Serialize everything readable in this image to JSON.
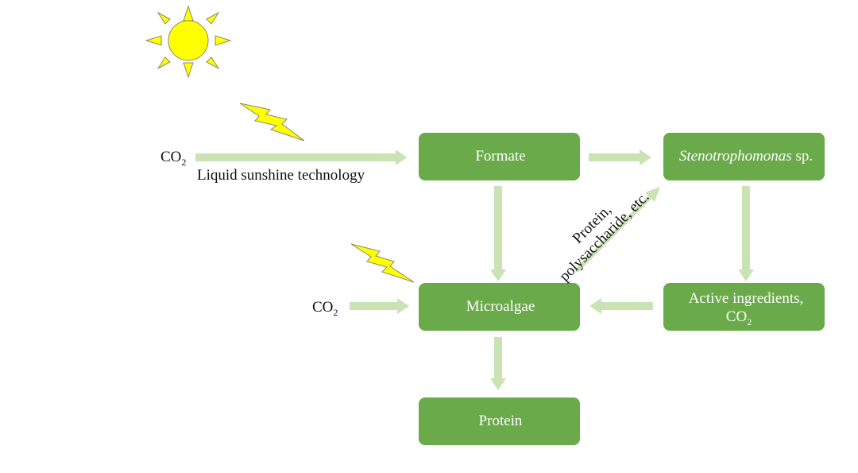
{
  "colors": {
    "box_fill": "#6aaa4a",
    "arrow_fill": "#c9e3b5",
    "sun_fill": "#ffff00",
    "lightning_fill": "#ffff00",
    "outline": "#8a8a6a"
  },
  "icons": {
    "sun": "sun-icon",
    "lightning_top": "lightning-icon",
    "lightning_mid": "lightning-icon"
  },
  "nodes": {
    "formate": "Formate",
    "steno_italic": "Stenotrophomonas",
    "steno_suffix": "sp.",
    "microalgae": "Microalgae",
    "active_line1": "Active ingredients,",
    "active_co2": "CO",
    "active_co2_sub": "2",
    "protein": "Protein"
  },
  "labels": {
    "co2_top": "CO",
    "co2_top_sub": "2",
    "liquid_sunshine": "Liquid sunshine technology",
    "co2_mid": "CO",
    "co2_mid_sub": "2",
    "diag_line1": "Protein,",
    "diag_line2": "polysaccharide, etc."
  }
}
